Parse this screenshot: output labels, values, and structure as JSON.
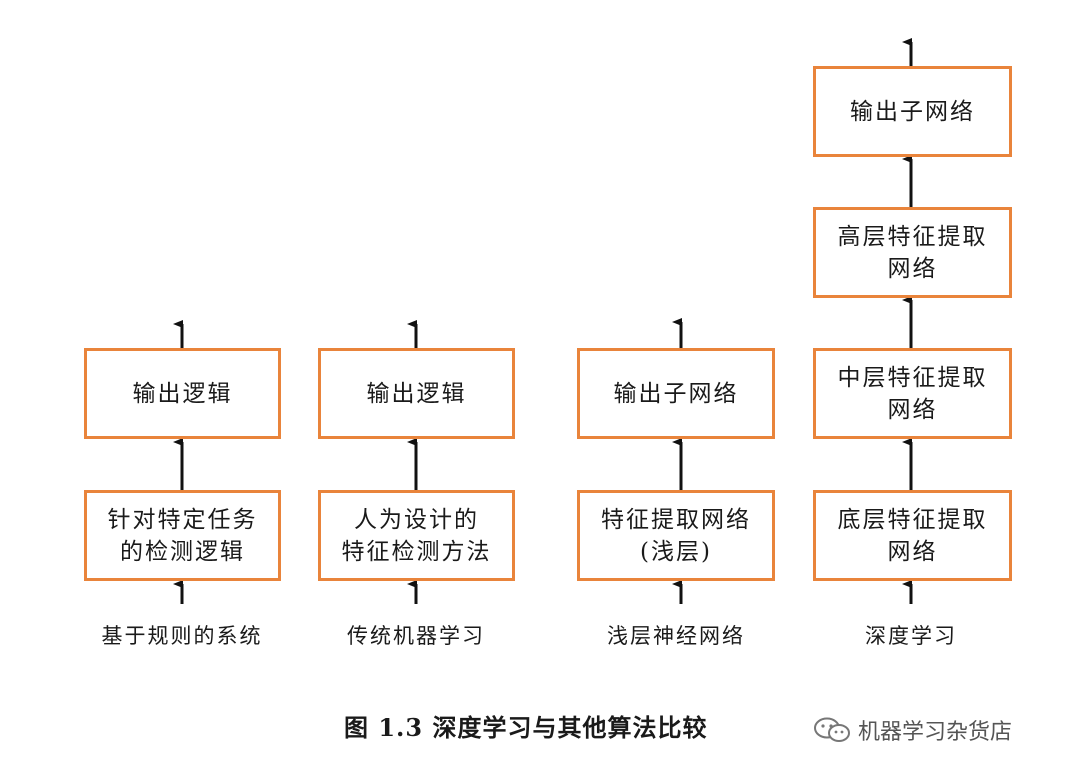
{
  "columns": [
    {
      "label": "基于规则的系统",
      "boxes": [
        "针对特定任务\n的检测逻辑",
        "输出逻辑"
      ]
    },
    {
      "label": "传统机器学习",
      "boxes": [
        "人为设计的\n特征检测方法",
        "输出逻辑"
      ]
    },
    {
      "label": "浅层神经网络",
      "boxes": [
        "特征提取网络\n(浅层)",
        "输出子网络"
      ]
    },
    {
      "label": "深度学习",
      "boxes": [
        "底层特征提取\n网络",
        "中层特征提取\n网络",
        "高层特征提取\n网络",
        "输出子网络"
      ]
    }
  ],
  "caption": "图 1.3  深度学习与其他算法比较",
  "watermark": {
    "text": "机器学习杂货店",
    "icon": "wechat-icon"
  },
  "colors": {
    "box_border": "#e9843b",
    "arrow": "#111111"
  }
}
